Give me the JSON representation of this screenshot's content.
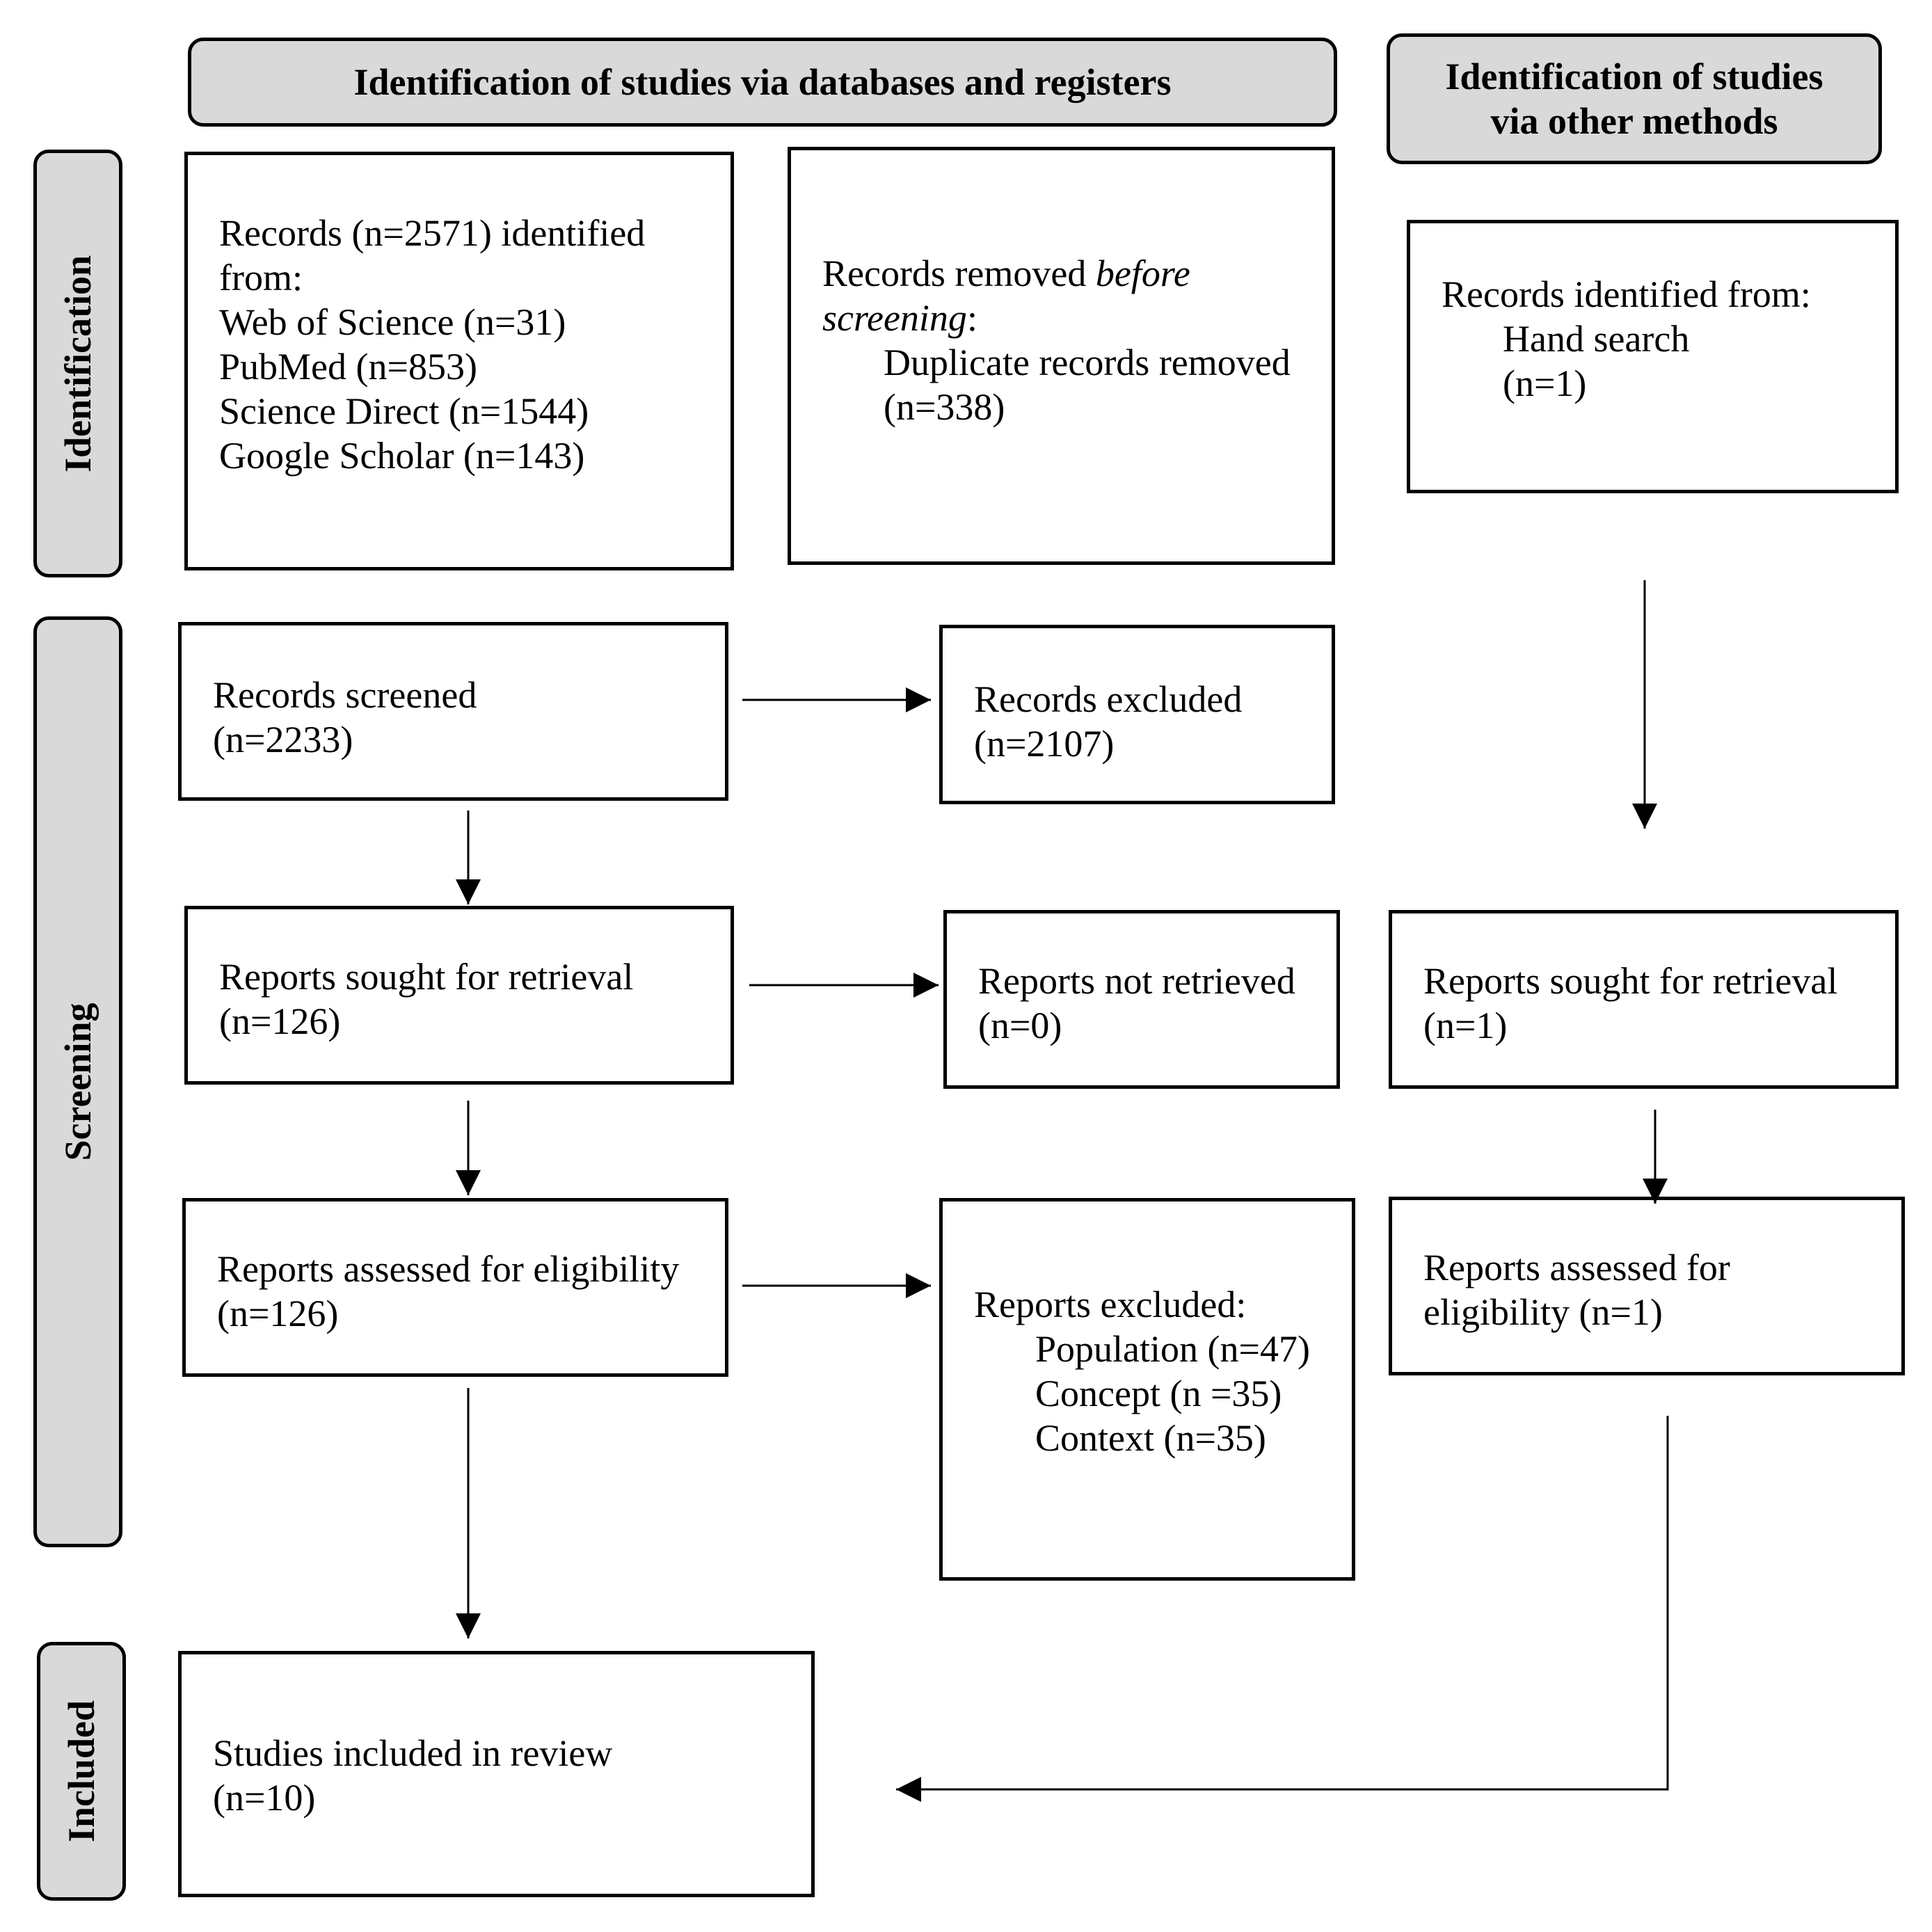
{
  "headers": {
    "databases": "Identification of studies via databases and registers",
    "other_line1": "Identification of studies",
    "other_line2": "via other methods"
  },
  "stages": {
    "identification": "Identification",
    "screening": "Screening",
    "included": "Included"
  },
  "identified": {
    "line1": "Records (n=2571) identified",
    "line2": "from:",
    "sources": [
      "Web of Science (n=31)",
      "PubMed (n=853)",
      "Science Direct (n=1544)",
      "Google Scholar (n=143)"
    ]
  },
  "removed": {
    "line1_prefix": "Records removed ",
    "line1_italic": "before",
    "line2_italic": "screening",
    "line2_suffix": ":",
    "detail1": "Duplicate records removed",
    "detail2": "(n=338)"
  },
  "other_identified": {
    "line1": "Records identified from:",
    "detail1": "Hand search",
    "detail2": "(n=1)"
  },
  "screened": {
    "line1": "Records screened",
    "line2": "(n=2233)"
  },
  "excluded": {
    "line1": "Records excluded",
    "line2": "(n=2107)"
  },
  "sought": {
    "line1": "Reports sought for retrieval",
    "line2": "(n=126)"
  },
  "not_retrieved": {
    "line1": "Reports not retrieved",
    "line2": "(n=0)"
  },
  "other_sought": {
    "line1": "Reports sought for retrieval",
    "line2": "(n=1)"
  },
  "assessed": {
    "line1": "Reports assessed for eligibility",
    "line2": "(n=126)"
  },
  "reports_excluded": {
    "line1": "Reports excluded:",
    "reasons": [
      "Population (n=47)",
      "Concept (n =35)",
      "Context (n=35)"
    ]
  },
  "other_assessed": {
    "line1": "Reports assessed for",
    "line2": "eligibility (n=1)"
  },
  "included_box": {
    "line1": "Studies included in review",
    "line2": "(n=10)"
  }
}
